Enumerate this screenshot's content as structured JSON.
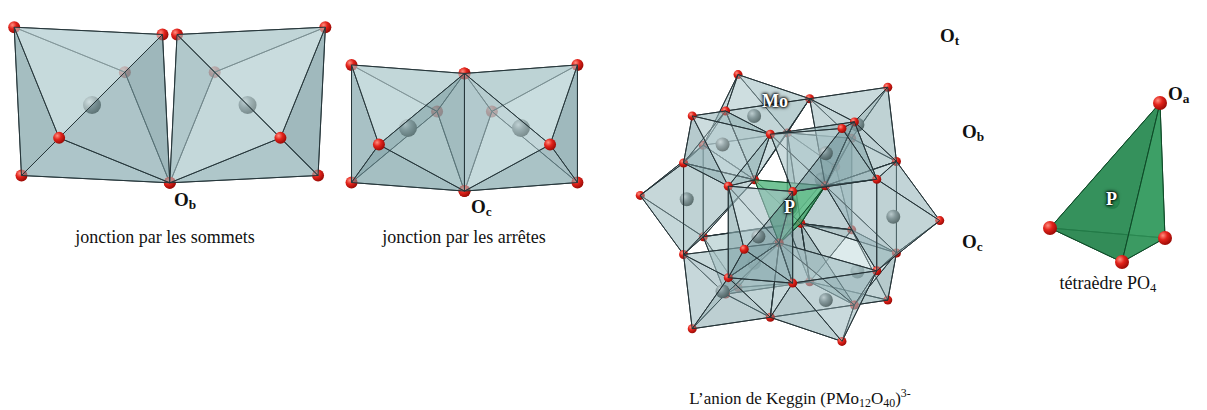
{
  "diagram": {
    "labels": [
      "Ob",
      "jonction par les sommets",
      "Oc",
      "jonction par les arrêtes",
      "Ot",
      "Mo",
      "P",
      "Ob",
      "Oc",
      "L’anion de Keggin (PMo12O40)3-",
      "Oa",
      "P",
      "tétraèdre PO4"
    ]
  }
}
